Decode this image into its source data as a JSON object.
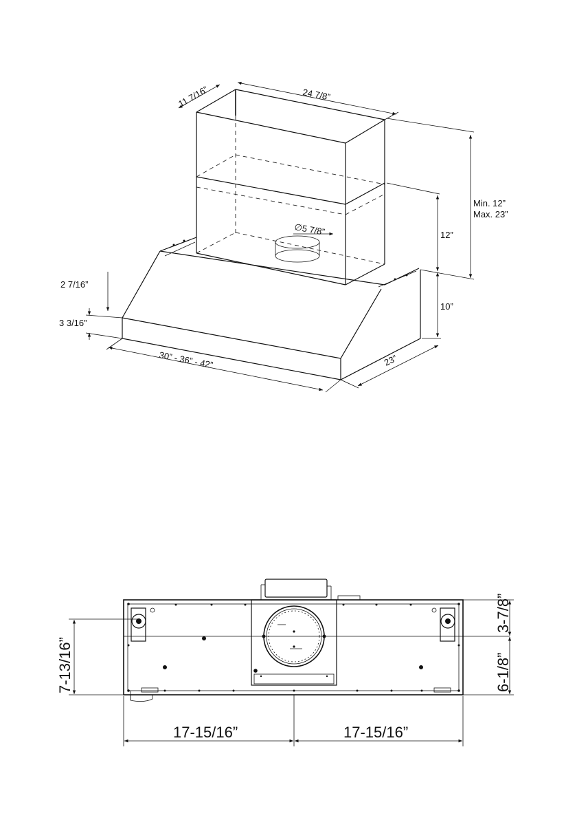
{
  "perspective": {
    "dims": {
      "chimney_depth": "11 7/16”",
      "chimney_width": "24 7/8”",
      "duct_diameter": "∅5 7/8”",
      "chimney_min": "Min. 12”",
      "chimney_max": "Max. 23”",
      "lower_chimney": "12”",
      "hood_height": "10”",
      "front_upper": "2 7/16”",
      "front_band": "3 3/16”",
      "widths": "30”  -  36”  -  42”",
      "depth": "23”"
    }
  },
  "bottom_view": {
    "dims": {
      "left_half": "17-15/16”",
      "right_half": "17-15/16”",
      "left_side": "7-13/16”",
      "right_upper": "3-7/8”",
      "right_lower": "6-1/8”"
    }
  }
}
